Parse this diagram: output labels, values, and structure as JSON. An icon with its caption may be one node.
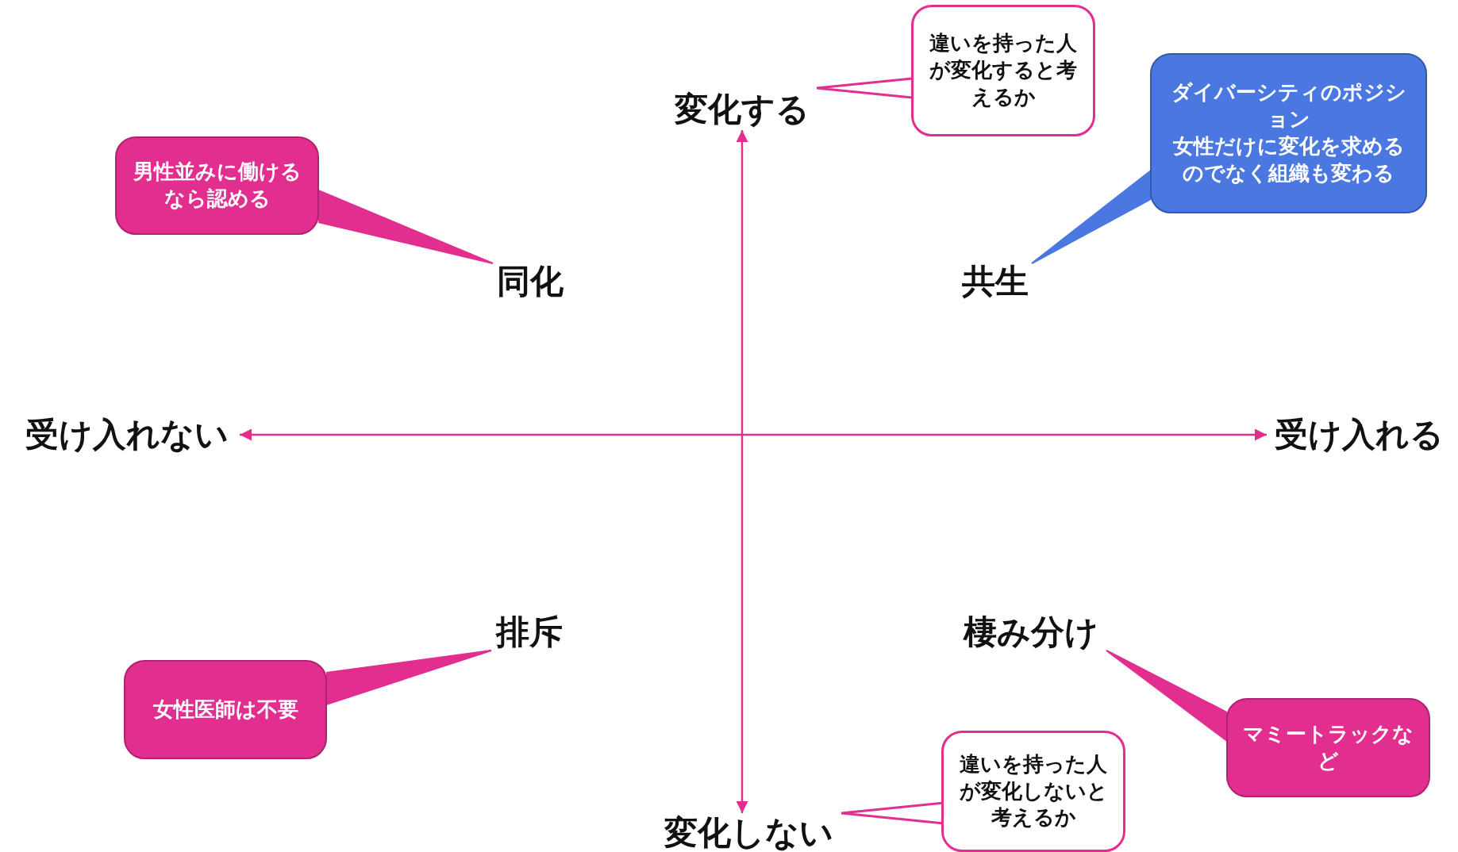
{
  "diagram": {
    "nodes": [
      {
        "text": [
          "違いを持った人が変化すると考えるか"
        ]
      },
      {
        "text": [
          "ダイバーシティのポジション",
          "女性だけに変化を求めるのでなく組織も変わる"
        ]
      },
      {
        "text": [
          "変化する"
        ]
      },
      {
        "text": [
          "男性並みに働けるなら認める"
        ]
      },
      {
        "text": [
          "同化"
        ]
      },
      {
        "text": [
          "共生"
        ]
      },
      {
        "text": [
          "受け入れない"
        ]
      },
      {
        "text": [
          "受け入れる"
        ]
      },
      {
        "text": [
          "排斥"
        ]
      },
      {
        "text": [
          "棲み分け"
        ]
      },
      {
        "text": [
          "女性医師は不要"
        ]
      },
      {
        "text": [
          "マミートラックなど"
        ]
      },
      {
        "text": [
          "違いを持った人が変化しないと考えるか"
        ]
      },
      {
        "text": [
          "変化しない"
        ]
      }
    ],
    "edges": [
      {
        "from": 0,
        "to": 2,
        "arrow": "none"
      },
      {
        "from": 1,
        "to": 5,
        "arrow": "none",
        "color": "#4a78e0"
      },
      {
        "from": 3,
        "to": 4,
        "arrow": "none"
      },
      {
        "from": 6,
        "to": 7,
        "arrow": "both"
      },
      {
        "from": 2,
        "to": 13,
        "arrow": "both"
      },
      {
        "from": 10,
        "to": 8,
        "arrow": "none"
      },
      {
        "from": 11,
        "to": 9,
        "arrow": "none"
      },
      {
        "from": 12,
        "to": 13,
        "arrow": "none"
      }
    ]
  }
}
